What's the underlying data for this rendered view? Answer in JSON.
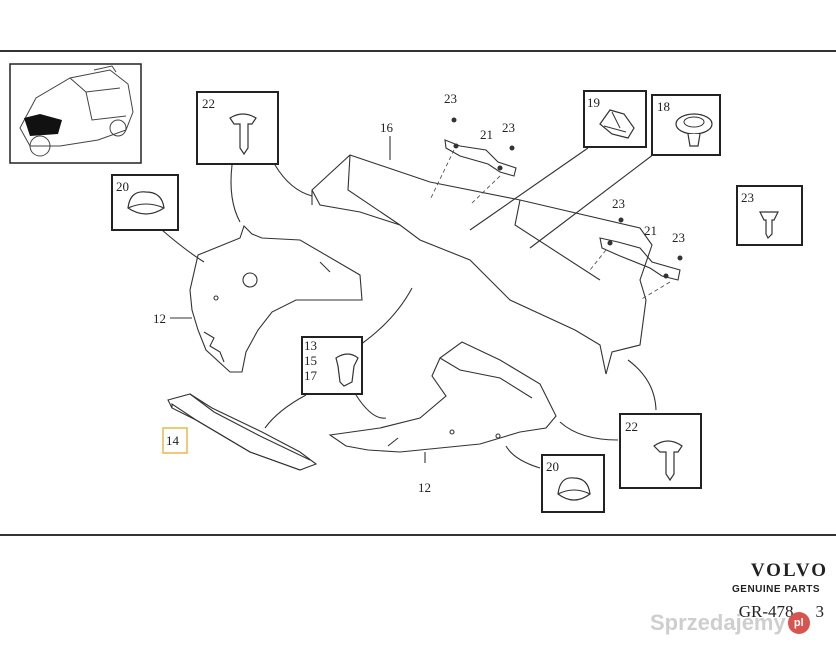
{
  "labels": {
    "p12a": "12",
    "p12b": "12",
    "p13": "13",
    "p15": "15",
    "p17": "17",
    "p14": "14",
    "p16": "16",
    "p18": "18",
    "p19": "19",
    "p20a": "20",
    "p20b": "20",
    "p21a": "21",
    "p21b": "21",
    "p22a": "22",
    "p22b": "22",
    "p23a": "23",
    "p23b": "23",
    "p23c": "23",
    "p23d": "23",
    "p23e": "23"
  },
  "brand": {
    "name": "VOLVO",
    "subtitle": "GENUINE PARTS",
    "reference": "GR-478",
    "reference_tail": "3"
  },
  "watermark": {
    "text": "Sprzedajemy",
    "badge": "pl"
  },
  "colors": {
    "line": "#222222",
    "highlight": "#e8b84a",
    "watermark_badge": "#d9534f"
  }
}
